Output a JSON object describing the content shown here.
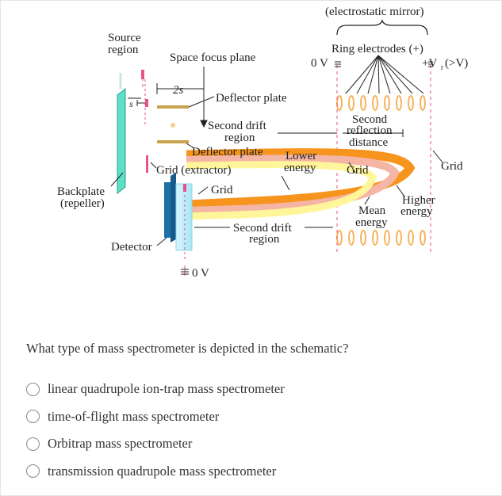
{
  "diagram": {
    "labels": {
      "electrostatic_mirror": "(electrostatic mirror)",
      "source_region_1": "Source",
      "source_region_2": "region",
      "space_focus_plane": "Space focus plane",
      "ring_electrodes": "Ring electrodes (+)",
      "zero_v_top": "0 V",
      "vr_label": "+V",
      "vr_sub": "r",
      "vr_suffix": "(>V)",
      "two_s": "2s",
      "s": "s",
      "deflector_plate_top": "Deflector plate",
      "second_drift_1": "Second drift",
      "second_drift_2": "region",
      "second_reflection_1": "Second",
      "second_reflection_2": "reflection",
      "second_reflection_3": "distance",
      "deflector_plate_bottom": "Deflector plate",
      "lower_energy_1": "Lower",
      "lower_energy_2": "energy",
      "grid_extractor": "Grid (extractor)",
      "grid_mirror": "Grid",
      "grid_right": "Grid",
      "backplate_1": "Backplate",
      "backplate_2": "(repeller)",
      "grid_detector": "Grid",
      "higher_energy_1": "Higher",
      "higher_energy_2": "energy",
      "mean_energy_1": "Mean",
      "mean_energy_2": "energy",
      "second_drift_lower_1": "Second drift",
      "second_drift_lower_2": "region",
      "detector": "Detector",
      "zero_v_bottom": "0 V"
    },
    "colors": {
      "beam_orange": "#f7941d",
      "beam_pink": "#f5b5a5",
      "beam_yellow": "#fff59a",
      "backplate": "#5ee0c8",
      "detector_blue": "#1f6fa8",
      "detector_light": "#bfeefa",
      "ring_orange": "#f6b45c",
      "grid_pink": "#e8528a",
      "deflector_gold": "#c9a24c"
    }
  },
  "question": {
    "text": "What type of mass spectrometer is depicted in the schematic?",
    "options": [
      "linear quadrupole ion-trap mass spectrometer",
      "time-of-flight mass spectrometer",
      "Orbitrap mass spectrometer",
      "transmission quadrupole mass spectrometer"
    ]
  }
}
